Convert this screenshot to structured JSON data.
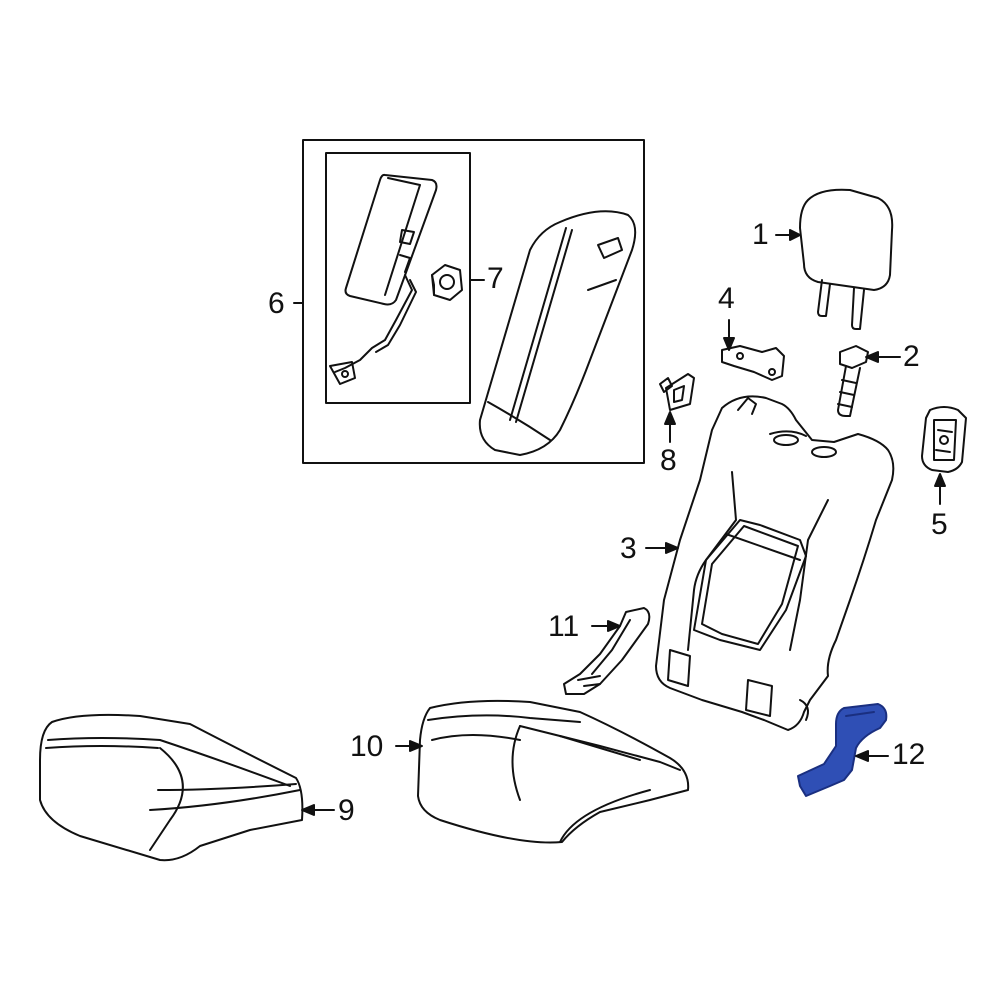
{
  "diagram": {
    "highlight_color": "#2f4fb5",
    "callouts": [
      {
        "id": "1",
        "label": "1"
      },
      {
        "id": "2",
        "label": "2"
      },
      {
        "id": "3",
        "label": "3"
      },
      {
        "id": "4",
        "label": "4"
      },
      {
        "id": "5",
        "label": "5"
      },
      {
        "id": "6",
        "label": "6"
      },
      {
        "id": "7",
        "label": "7"
      },
      {
        "id": "8",
        "label": "8"
      },
      {
        "id": "9",
        "label": "9"
      },
      {
        "id": "10",
        "label": "10"
      },
      {
        "id": "11",
        "label": "11"
      },
      {
        "id": "12",
        "label": "12"
      }
    ]
  }
}
